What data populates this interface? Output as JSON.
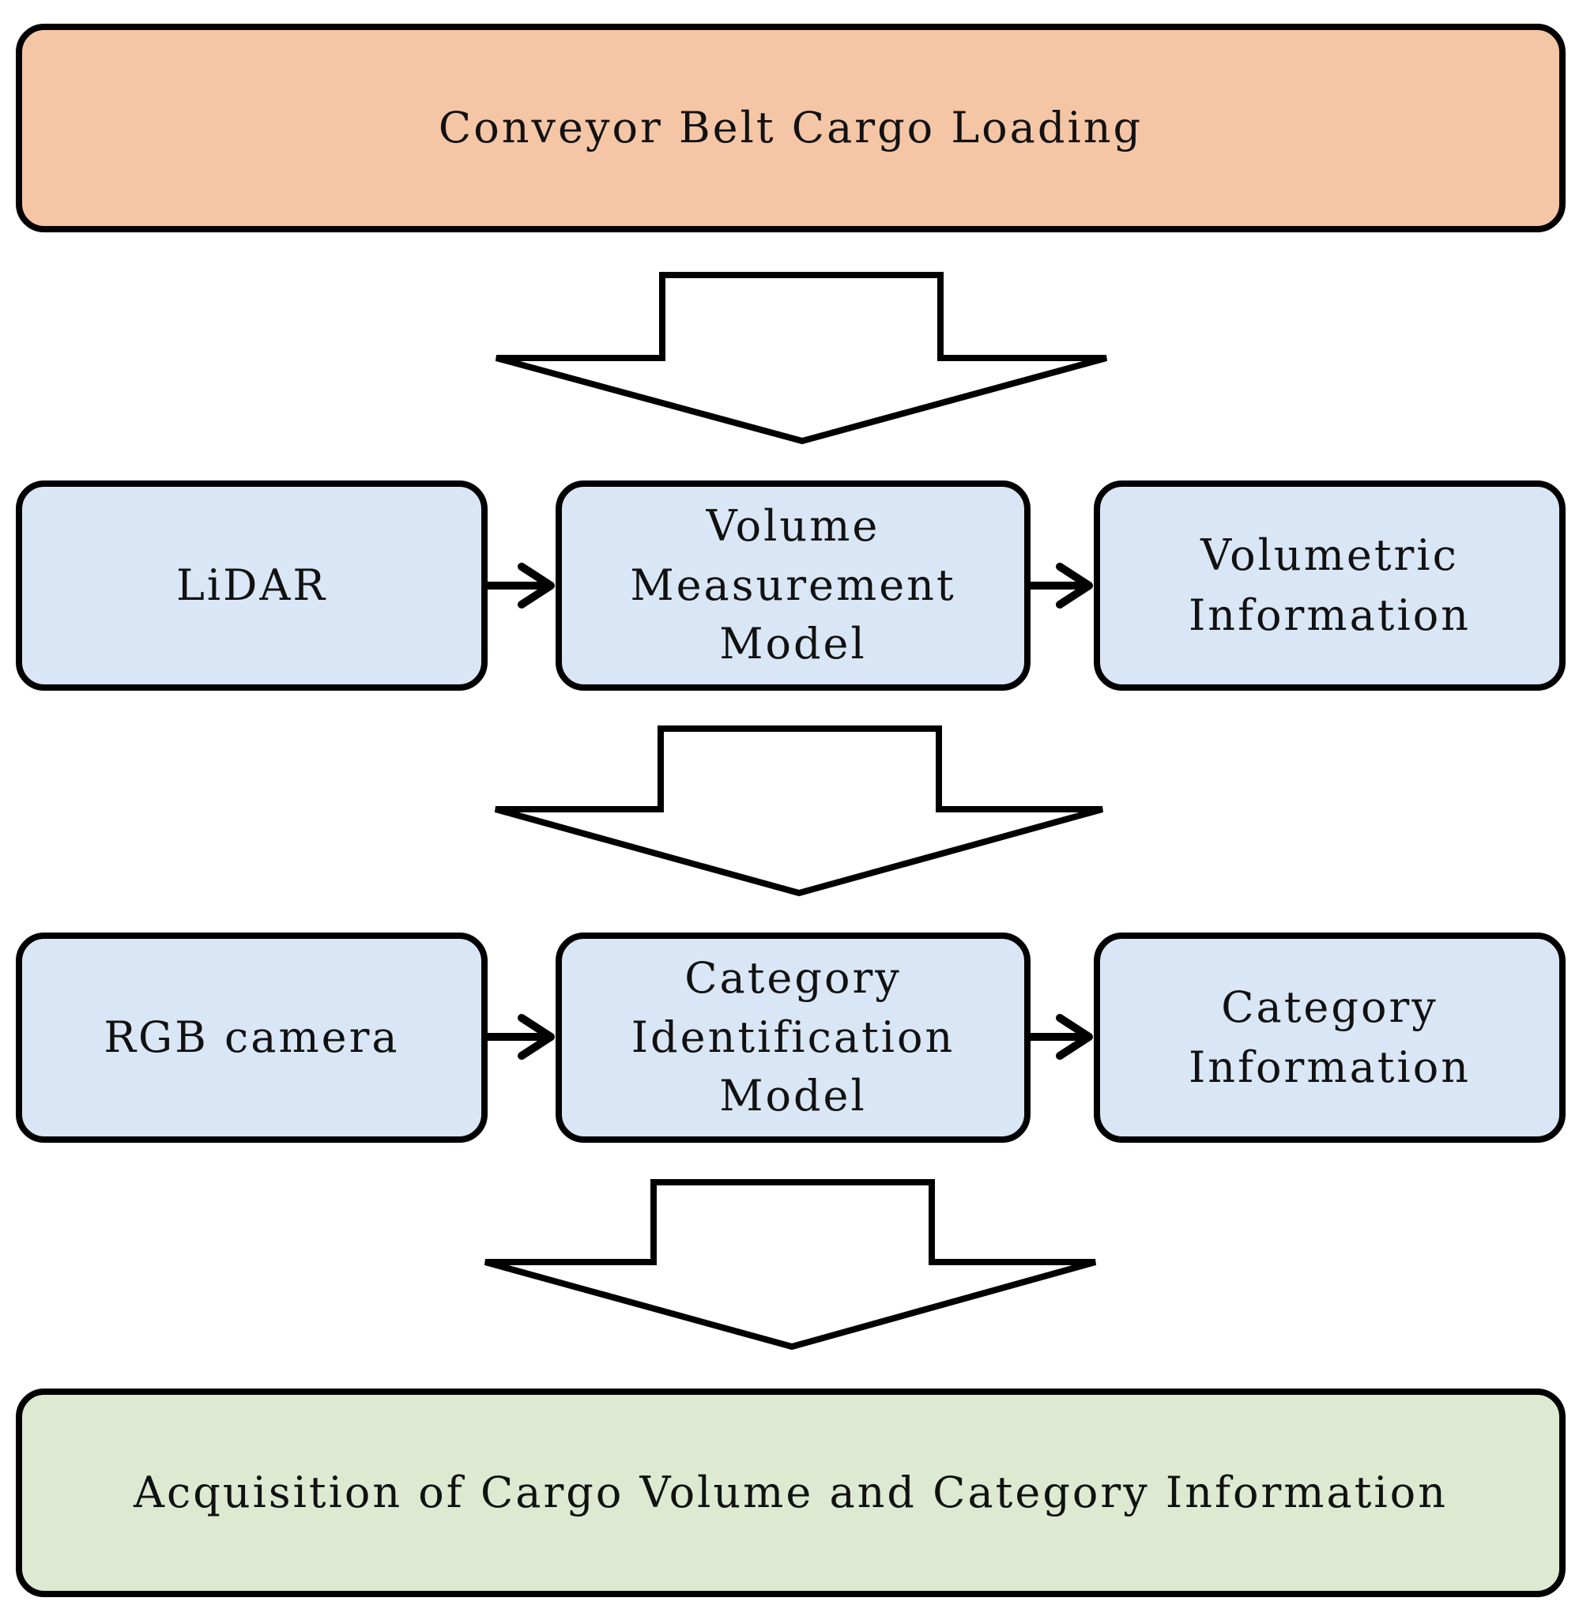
{
  "colors": {
    "top_fill": "#F5C6A5",
    "process_fill": "#D9E6F5",
    "bottom_fill": "#DDEAD1",
    "stroke": "#000000",
    "arrow_fill": "#FFFFFF"
  },
  "top": {
    "label": "Conveyor Belt Cargo Loading"
  },
  "row1": {
    "sensor": {
      "label": "LiDAR"
    },
    "model": {
      "lines": [
        "Volume",
        "Measurement",
        "Model"
      ]
    },
    "output": {
      "lines": [
        "Volumetric",
        "Information"
      ]
    }
  },
  "row2": {
    "sensor": {
      "label": "RGB camera"
    },
    "model": {
      "lines": [
        "Category",
        "Identification",
        "Model"
      ]
    },
    "output": {
      "lines": [
        "Category",
        "Information"
      ]
    }
  },
  "bottom": {
    "label": "Acquisition of Cargo Volume and Category Information"
  }
}
